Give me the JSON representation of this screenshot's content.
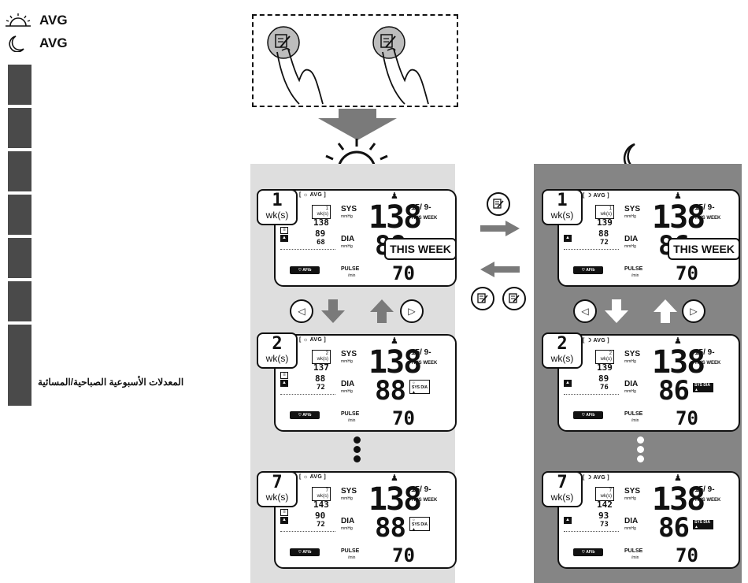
{
  "legend": {
    "morning_label": "AVG",
    "evening_label": "AVG",
    "morning_icon": "sunrise-icon",
    "evening_icon": "moon-icon"
  },
  "side_label": "المعدلات الأسبوعية الصباحية/المسائية",
  "screen_common": {
    "sys_label": "SYS",
    "dia_label": "DIA",
    "unit_mmhg": "mmHg",
    "pulse_label": "PULSE",
    "pulse_unit": "/min",
    "avg_label": "AVG",
    "this_week_small": "THIS WEEK",
    "date": "15/ 9-",
    "wk_unit": "wk(s)",
    "afib_label": "AFib",
    "sys_dia_badge": "SYS DIA"
  },
  "callouts": {
    "wk_label": "wk(s)",
    "this_week": "THIS WEEK"
  },
  "morning": {
    "screens": [
      {
        "week": "1",
        "sys": "138",
        "dia": "88",
        "pulse": "70",
        "small_sys": "138",
        "small_dia": "89",
        "small_pulse": "68"
      },
      {
        "week": "2",
        "sys": "138",
        "dia": "88",
        "pulse": "70",
        "small_sys": "137",
        "small_dia": "88",
        "small_pulse": "72"
      },
      {
        "week": "7",
        "sys": "138",
        "dia": "88",
        "pulse": "70",
        "small_sys": "143",
        "small_dia": "90",
        "small_pulse": "72"
      }
    ]
  },
  "evening": {
    "screens": [
      {
        "week": "1",
        "sys": "138",
        "dia": "86",
        "pulse": "70",
        "small_sys": "139",
        "small_dia": "88",
        "small_pulse": "72"
      },
      {
        "week": "2",
        "sys": "138",
        "dia": "86",
        "pulse": "70",
        "small_sys": "139",
        "small_dia": "89",
        "small_pulse": "76"
      },
      {
        "week": "7",
        "sys": "138",
        "dia": "86",
        "pulse": "70",
        "small_sys": "142",
        "small_dia": "93",
        "small_pulse": "73"
      }
    ]
  },
  "colors": {
    "morning_panel": "#dedede",
    "evening_panel": "#858585",
    "arrow_gray": "#7a7a7a",
    "tab_block": "#4a4a4a"
  }
}
